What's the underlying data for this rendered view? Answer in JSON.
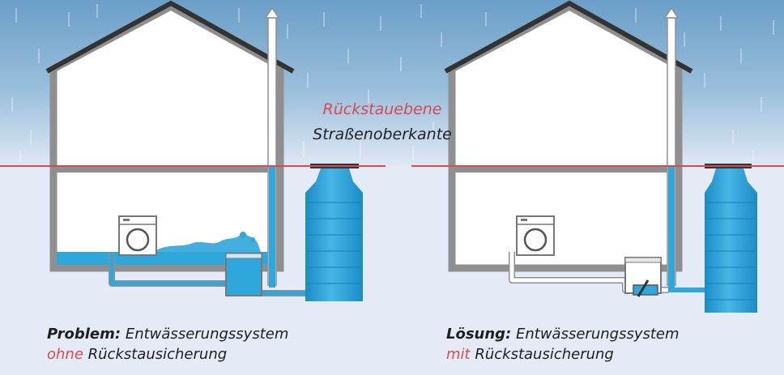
{
  "labels": {
    "backwater_level": "Rückstauebene",
    "street_edge": "Straßenoberkante"
  },
  "captions": {
    "problem": {
      "key": "Problem:",
      "line1_rest": "Entwässerungssystem",
      "red_word": "ohne",
      "line2_rest": "Rückstausicherung"
    },
    "solution": {
      "key": "Lösung:",
      "line1_rest": "Entwässerungssystem",
      "red_word": "mit",
      "line2_rest": "Rückstausicherung"
    }
  },
  "colors": {
    "sky_top": "#6b9fc8",
    "ground": "#e4ebf6",
    "water": "#2fa6dc",
    "water_dark": "#1b85bd",
    "wall": "#8f8f8f",
    "roof": "#333333",
    "red_line": "#d84a4f",
    "house_fill": "#ffffff"
  }
}
